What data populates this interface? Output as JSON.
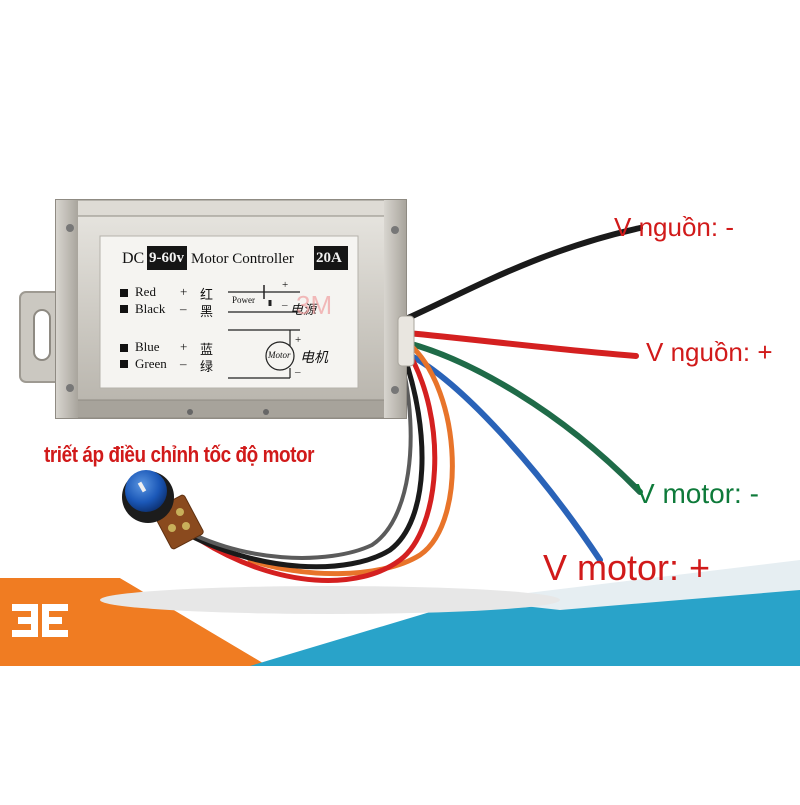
{
  "annotations": {
    "psu_negative": "V nguồn: -",
    "psu_positive": "V nguồn: +",
    "motor_negative": "V motor: -",
    "motor_positive": "V motor: +",
    "potentiometer": "triết áp điều chỉnh tốc độ motor"
  },
  "label_plate": {
    "prefix": "DC",
    "voltage": "9-60v",
    "title": "Motor Controller",
    "current": "20A",
    "red": "Red",
    "red_sign": "+",
    "red_cn": "红",
    "black": "Black",
    "black_sign": "–",
    "black_cn": "黑",
    "power": "Power",
    "power_cn": "电源",
    "blue": "Blue",
    "blue_sign": "+",
    "blue_cn": "蓝",
    "green": "Green",
    "green_sign": "–",
    "green_cn": "绿",
    "motor": "Motor",
    "motor_cn": "电机",
    "plus": "+",
    "minus": "–"
  },
  "watermark": "3M",
  "colors": {
    "red_text": "#d11a1a",
    "green_text": "#0e7a3a",
    "banner_orange": "#f07c22",
    "banner_teal": "#29a3c9",
    "wire_black": "#1a1a1a",
    "wire_red": "#d42020",
    "wire_green": "#1f6b48",
    "wire_blue": "#2a63b8",
    "wire_orange": "#e8742a"
  },
  "icons": {
    "logo": "3e-logo-icon",
    "knob": "potentiometer-knob"
  }
}
